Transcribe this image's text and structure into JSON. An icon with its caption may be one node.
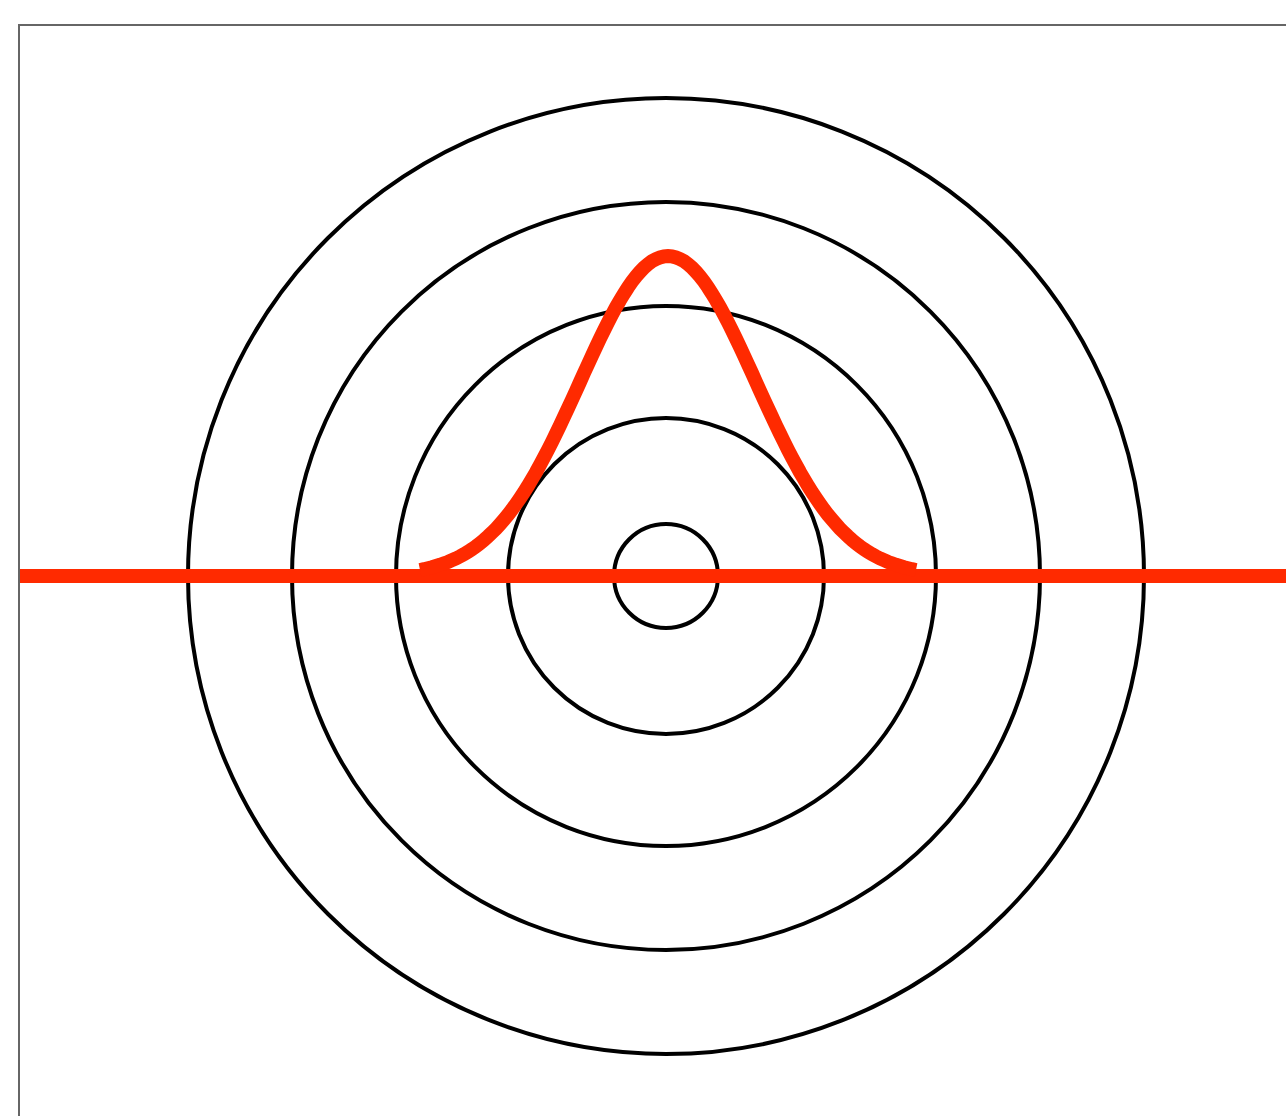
{
  "diagram": {
    "nodes": [
      {
        "text": [],
        "shape": "circle"
      },
      {
        "text": [],
        "shape": "circle",
        "in": 0
      },
      {
        "text": [],
        "shape": "circle",
        "in": 1
      },
      {
        "text": [],
        "shape": "circle",
        "in": 2
      },
      {
        "text": [],
        "shape": "circle",
        "in": 3
      }
    ]
  }
}
